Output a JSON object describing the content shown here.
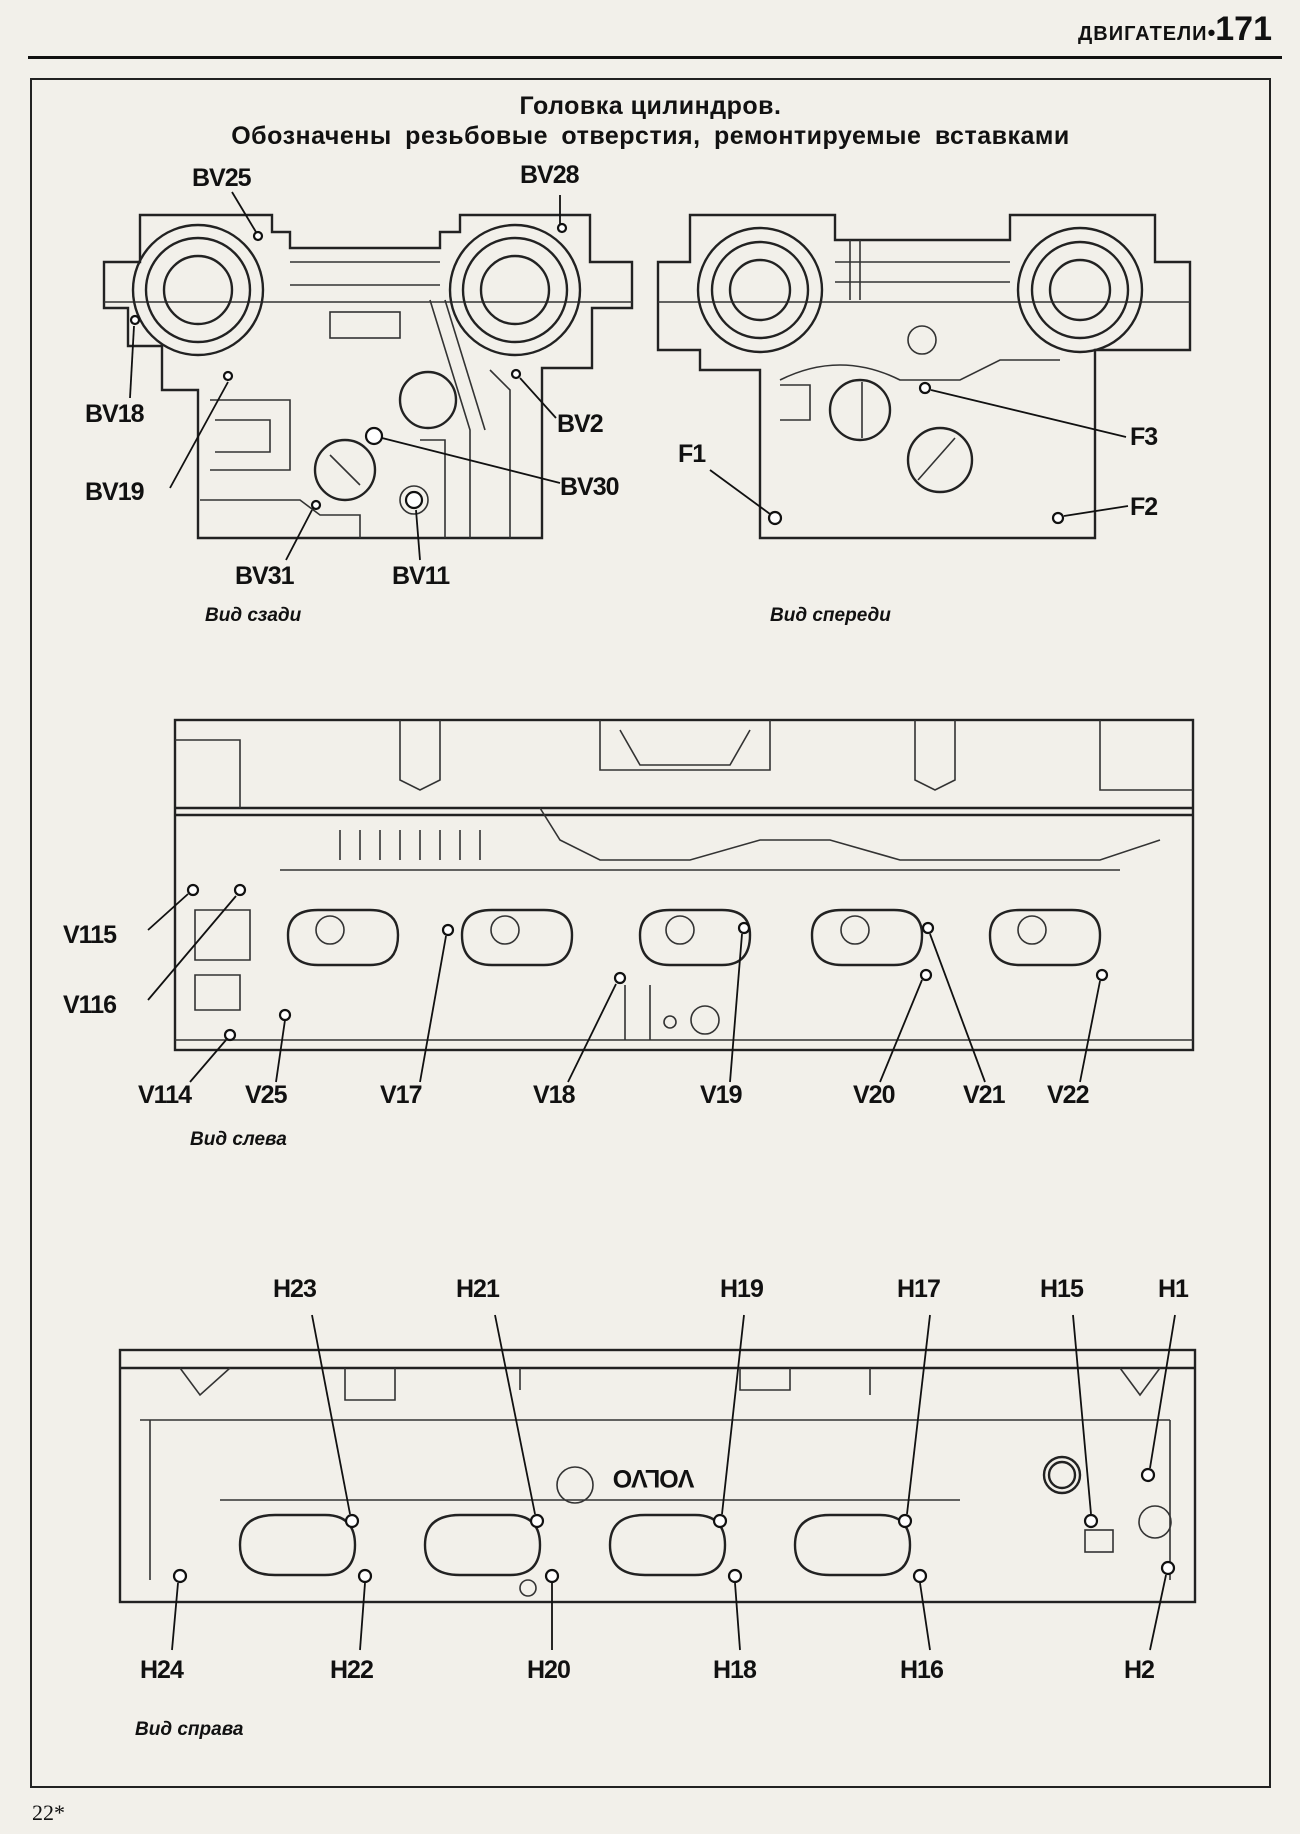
{
  "header": {
    "section": "ДВИГАТЕЛИ",
    "bullet": "•",
    "page_number": "171"
  },
  "title": {
    "line1": "Головка цилиндров.",
    "line2": "Обозначены резьбовые отверстия, ремонтируемые вставками"
  },
  "views": {
    "rear": {
      "caption": "Вид сзади",
      "labels": {
        "bv25": "BV25",
        "bv28": "BV28",
        "bv18": "BV18",
        "bv19": "BV19",
        "bv2": "BV2",
        "bv30": "BV30",
        "bv31": "BV31",
        "bv11": "BV11"
      }
    },
    "front": {
      "caption": "Вид спереди",
      "labels": {
        "f1": "F1",
        "f2": "F2",
        "f3": "F3"
      }
    },
    "left": {
      "caption": "Вид слева",
      "labels": {
        "v115": "V115",
        "v116": "V116",
        "v114": "V114",
        "v25": "V25",
        "v17": "V17",
        "v18": "V18",
        "v19": "V19",
        "v20": "V20",
        "v21": "V21",
        "v22": "V22"
      }
    },
    "right": {
      "caption": "Вид справа",
      "brand": "VOLVO",
      "labels": {
        "h23": "H23",
        "h21": "H21",
        "h19": "H19",
        "h17": "H17",
        "h15": "H15",
        "h1": "H1",
        "h24": "H24",
        "h22": "H22",
        "h20": "H20",
        "h18": "H18",
        "h16": "H16",
        "h2": "H2"
      }
    }
  },
  "footer": {
    "page_mark": "22*"
  }
}
